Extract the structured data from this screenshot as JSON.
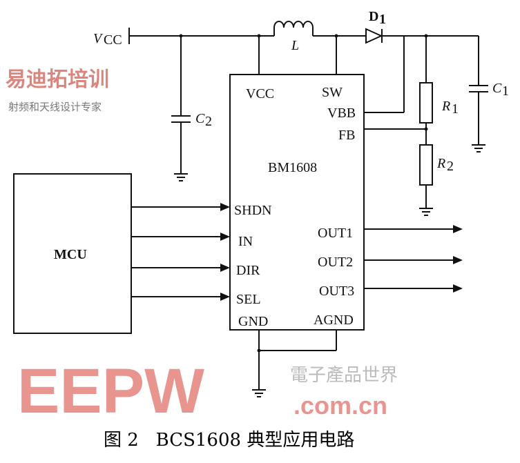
{
  "title": "图 2   BCS1608 典型应用电路",
  "supply": {
    "label_main": "V",
    "label_sub": "CC"
  },
  "components": {
    "inductor": "L",
    "diode": {
      "main": "D",
      "sub": "1"
    },
    "c1": {
      "main": "C",
      "sub": "1"
    },
    "c2": {
      "main": "C",
      "sub": "2"
    },
    "r1": {
      "main": "R",
      "sub": "1"
    },
    "r2": {
      "main": "R",
      "sub": "2"
    }
  },
  "chip": {
    "name": "BM1608",
    "pins": {
      "vcc": "VCC",
      "sw": "SW",
      "vbb": "VBB",
      "fb": "FB",
      "shdn": "SHDN",
      "in": "IN",
      "dir": "DIR",
      "sel": "SEL",
      "gnd": "GND",
      "agnd": "AGND",
      "out1": "OUT1",
      "out2": "OUT2",
      "out3": "OUT3"
    }
  },
  "mcu": "MCU",
  "watermarks": {
    "eepw": "EEPW",
    "eepw_cn": "電子產品世界",
    "eepw_url": ".com.cn",
    "brand": "易迪拓培训",
    "brand_sub": "射频和天线设计专家"
  }
}
